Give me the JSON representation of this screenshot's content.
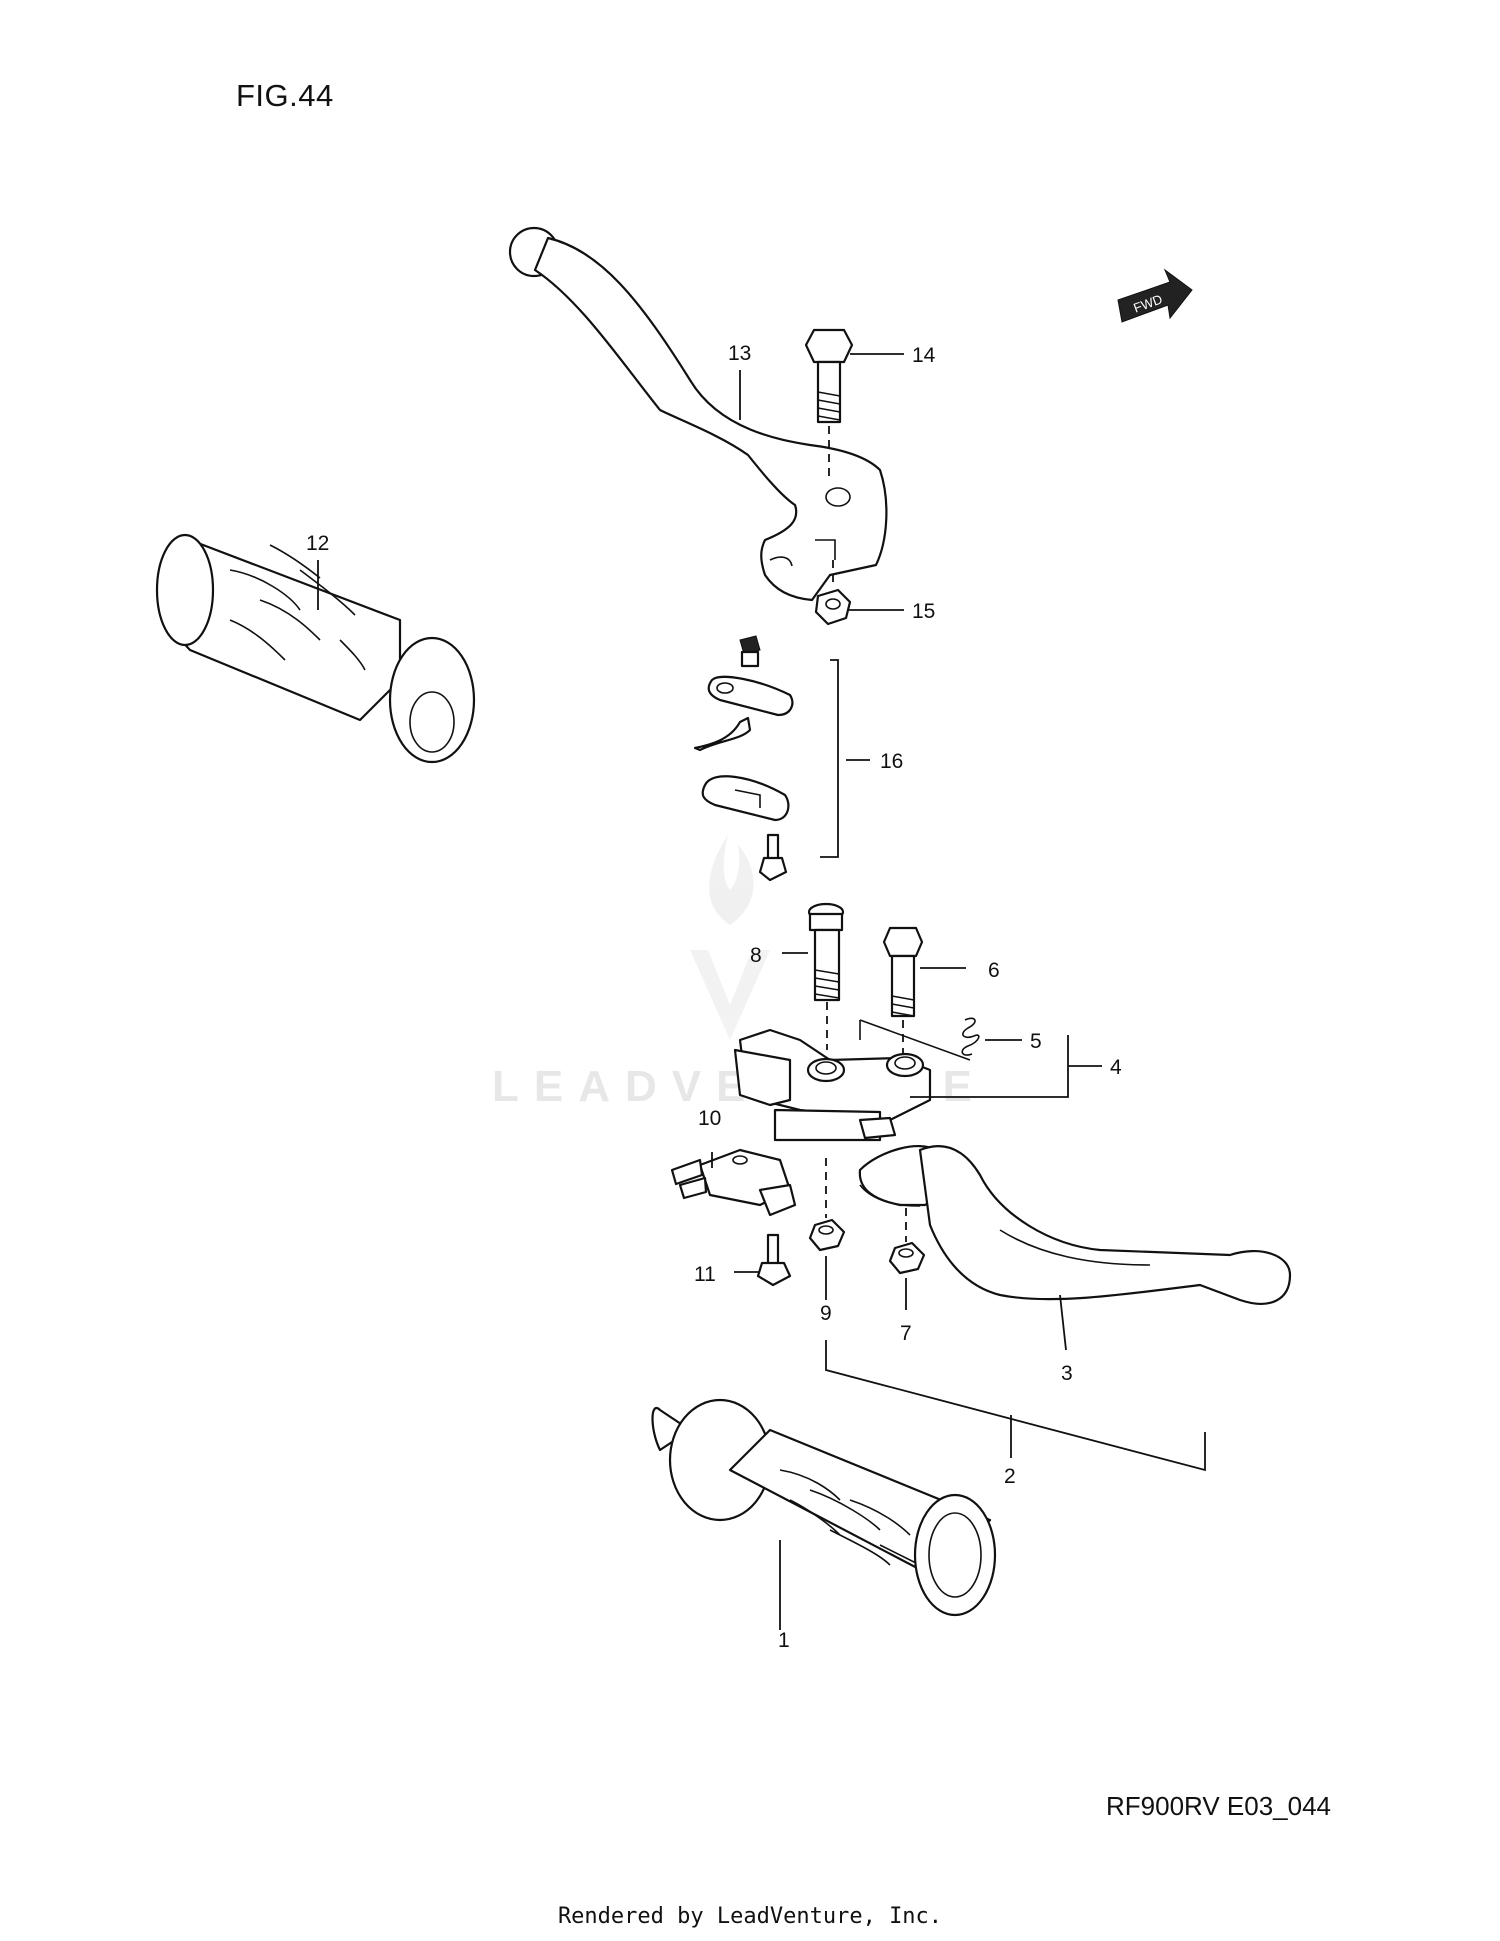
{
  "figure": {
    "title": "FIG.44",
    "model_code": "RF900RV E03_044",
    "footer": "Rendered by LeadVenture, Inc.",
    "watermark": "LEADVENTURE",
    "fwd_label": "FWD"
  },
  "callouts": [
    "1",
    "2",
    "3",
    "4",
    "5",
    "6",
    "7",
    "8",
    "9",
    "10",
    "11",
    "12",
    "13",
    "14",
    "15",
    "16"
  ]
}
